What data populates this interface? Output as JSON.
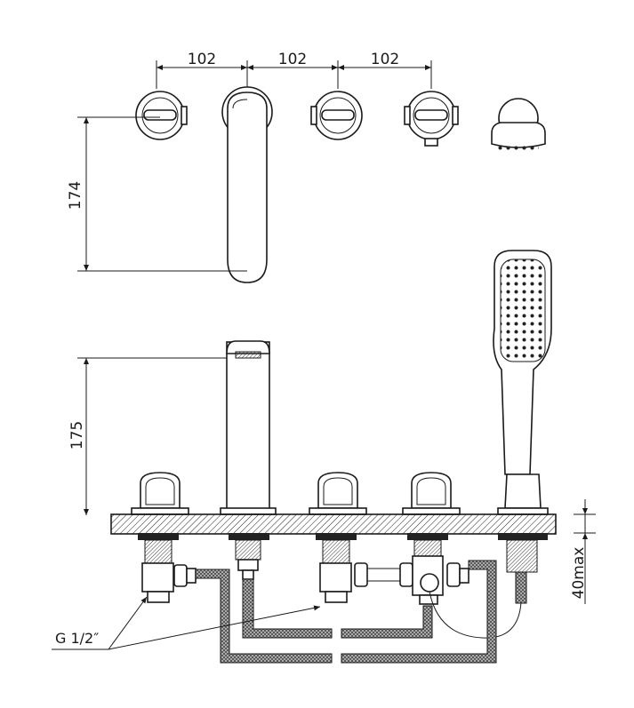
{
  "dimensions": {
    "spacing_1": "102",
    "spacing_2": "102",
    "spacing_3": "102",
    "spout_height_wall": "174",
    "spout_height_deck": "175",
    "deck_thickness": "40max"
  },
  "annotations": {
    "connection_thread": "G 1/2″"
  },
  "colors": {
    "line": "#1a1a1a",
    "background": "#ffffff"
  }
}
